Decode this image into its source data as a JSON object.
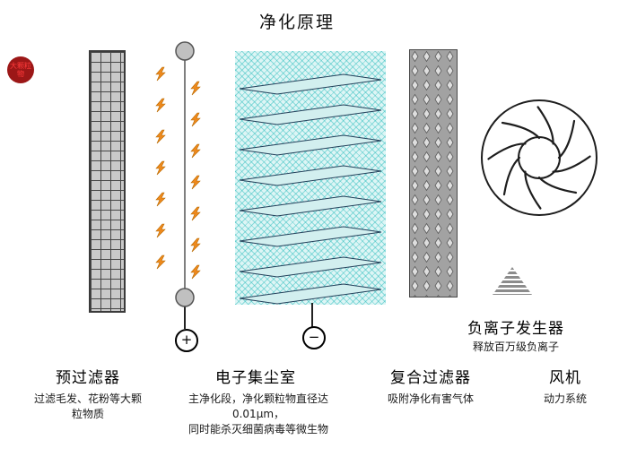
{
  "title": "净化原理",
  "badge": {
    "label": "大颗粒物"
  },
  "sections": {
    "prefilter": {
      "label": "预过滤器",
      "desc": [
        "过滤毛发、花粉等大颗",
        "粒物质"
      ]
    },
    "dust_chamber": {
      "label": "电子集尘室",
      "desc": [
        "主净化段，净化颗粒物直径达",
        "0.01μm，",
        "同时能杀灭细菌病毒等微生物"
      ]
    },
    "composite_filter": {
      "label": "复合过滤器",
      "desc": [
        "吸附净化有害气体"
      ]
    },
    "fan": {
      "label": "风机",
      "desc": [
        "动力系统"
      ]
    },
    "ion_generator": {
      "label": "负离子发生器",
      "desc": [
        "释放百万级负离子"
      ]
    }
  },
  "terminals": {
    "plus": "+",
    "minus": "−"
  },
  "colors": {
    "lightning": "#f08a1d",
    "chamber_fill": "#ddf5f5",
    "badge_red": "#9c1717",
    "filter_gray": "#a2a2a2"
  }
}
